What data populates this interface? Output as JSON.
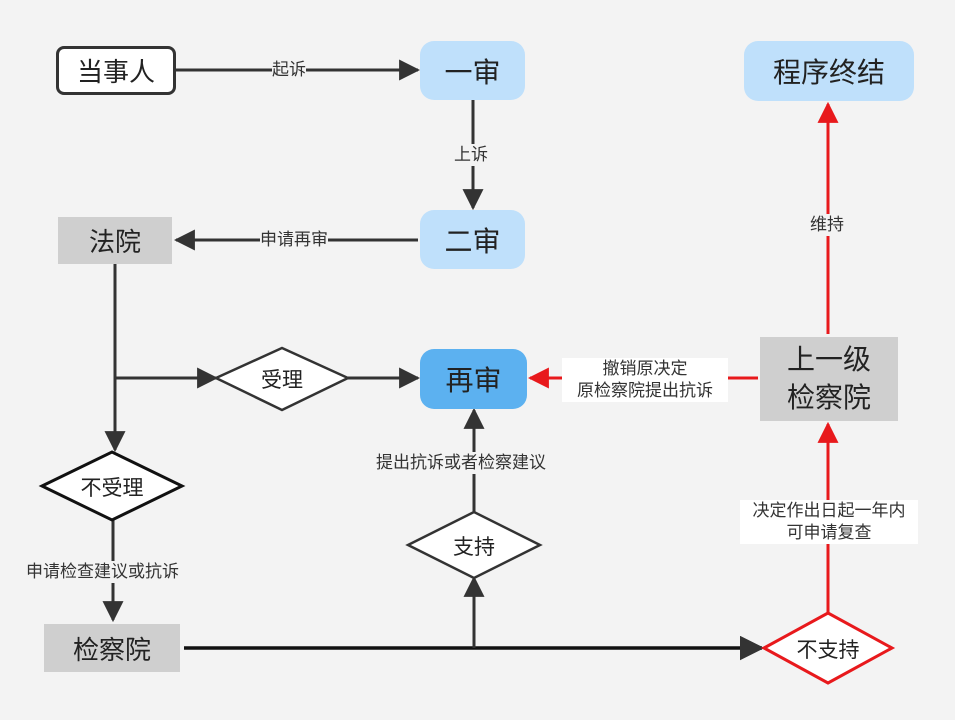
{
  "nodes": {
    "party": "当事人",
    "first_trial": "一审",
    "second_trial": "二审",
    "court": "法院",
    "procedure_end": "程序终结",
    "retrial": "再审",
    "accept": "受理",
    "not_accept": "不受理",
    "procuratorate": "检察院",
    "support": "支持",
    "not_support": "不支持",
    "upper_procuratorate_line1": "上一级",
    "upper_procuratorate_line2": "检察院"
  },
  "edges": {
    "sue": "起诉",
    "appeal": "上诉",
    "apply_retrial": "申请再审",
    "apply_supervision": "申请检查建议或抗诉",
    "file_protest": "提出抗诉或者检察建议",
    "revoke_line1": "撤销原决定",
    "revoke_line2": "原检察院提出抗诉",
    "review_line1": "决定作出日起一年内",
    "review_line2": "可申请复查",
    "uphold": "维持"
  },
  "colors": {
    "dark_arrow": "#333333",
    "red_arrow": "#e8191c",
    "pill_light": "#bfe0fb",
    "pill_strong": "#5cb1f0",
    "gray_box": "#cfcfcf"
  }
}
